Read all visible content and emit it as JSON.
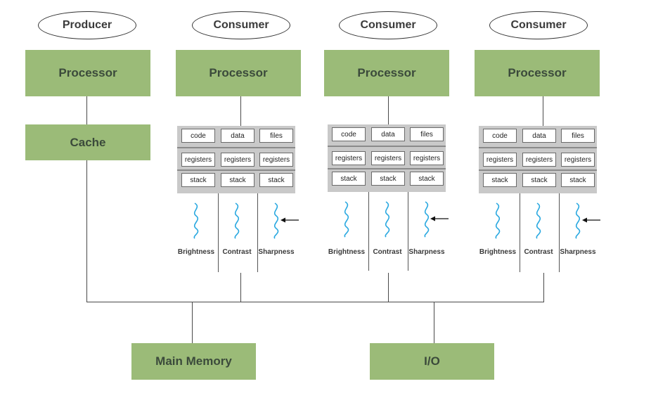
{
  "top_nodes": [
    {
      "label": "Producer"
    },
    {
      "label": "Consumer"
    },
    {
      "label": "Consumer"
    },
    {
      "label": "Consumer"
    }
  ],
  "processor_label": "Processor",
  "cache_label": "Cache",
  "process_table": {
    "row1": [
      "code",
      "data",
      "files"
    ],
    "registers": "registers",
    "stack": "stack"
  },
  "threads": [
    "Brightness",
    "Contrast",
    "Sharpness"
  ],
  "main_memory_label": "Main Memory",
  "io_label": "I/O",
  "colors": {
    "box_fill": "#9bbb78",
    "wave": "#29a8e0",
    "panel": "#c9c9c9"
  }
}
